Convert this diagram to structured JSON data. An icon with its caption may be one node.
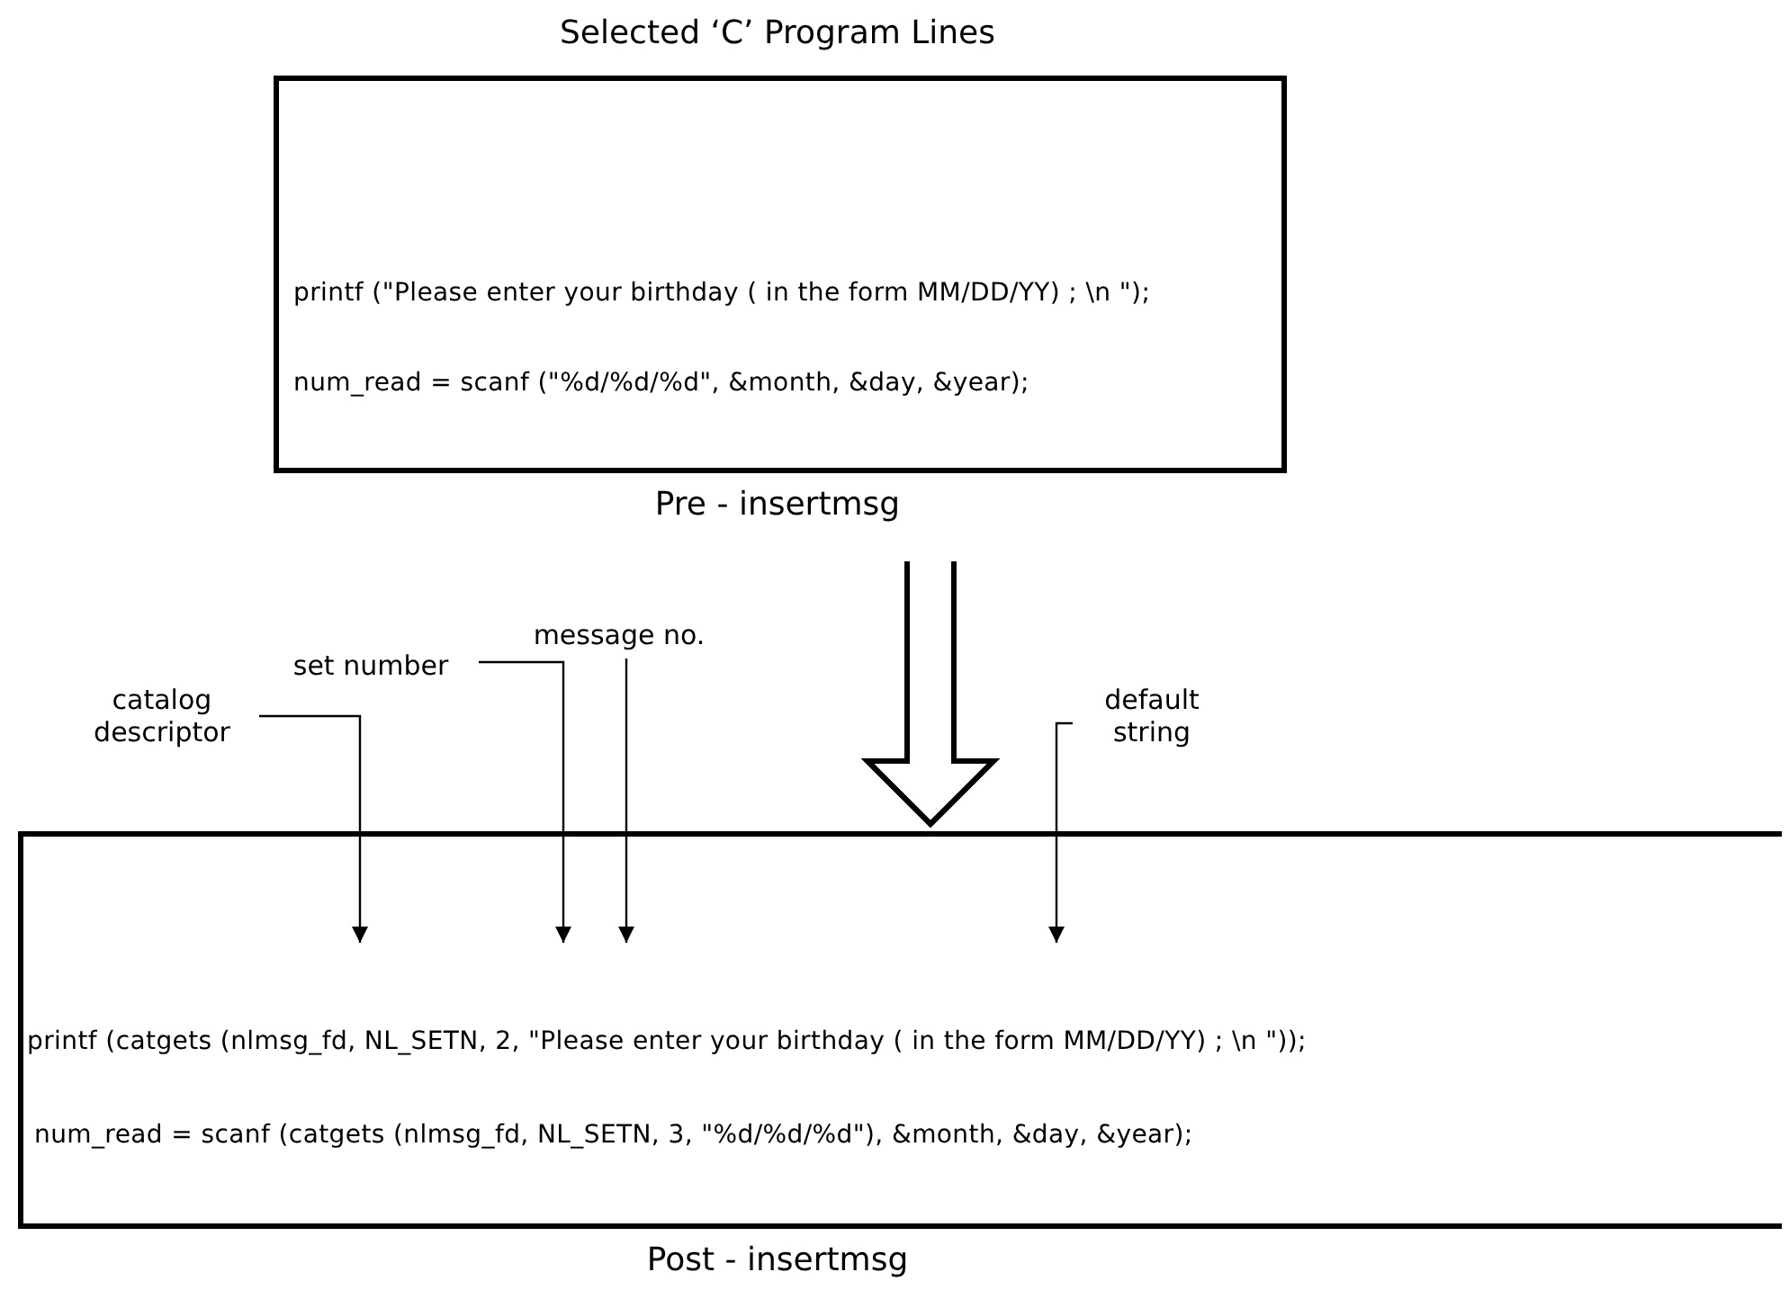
{
  "diagram": {
    "title": "Selected ‘C’ Program Lines",
    "nodes": [
      {
        "text": [
          "printf (\"Please enter your birthday ( in the form MM/DD/YY) ; \\n \");",
          "num_read = scanf (\"%d/%d/%d\", &month, &day, &year);",
          "Pre - insertmsg"
        ]
      },
      {
        "text": [
          "printf (catgets (nlmsg_fd, NL_SETN, 2, \"Please enter your birthday ( in the form MM/DD/YY) ; \\n \"));",
          "num_read = scanf (catgets (nlmsg_fd, NL_SETN, 3, \"%d/%d/%d\"), &month, &day, &year);",
          "Post - insertmsg"
        ]
      },
      {
        "text": [
          "catalog descriptor"
        ]
      },
      {
        "text": [
          "set number"
        ]
      },
      {
        "text": [
          "message no."
        ]
      },
      {
        "text": [
          "default string"
        ]
      }
    ],
    "edges": [
      {
        "from": 0,
        "to": 1,
        "arrow": "to",
        "style": "thick"
      },
      {
        "from": 2,
        "to": 1,
        "arrow": "to"
      },
      {
        "from": 3,
        "to": 1,
        "arrow": "to"
      },
      {
        "from": 4,
        "to": 1,
        "arrow": "to"
      },
      {
        "from": 5,
        "to": 1,
        "arrow": "to"
      }
    ]
  }
}
